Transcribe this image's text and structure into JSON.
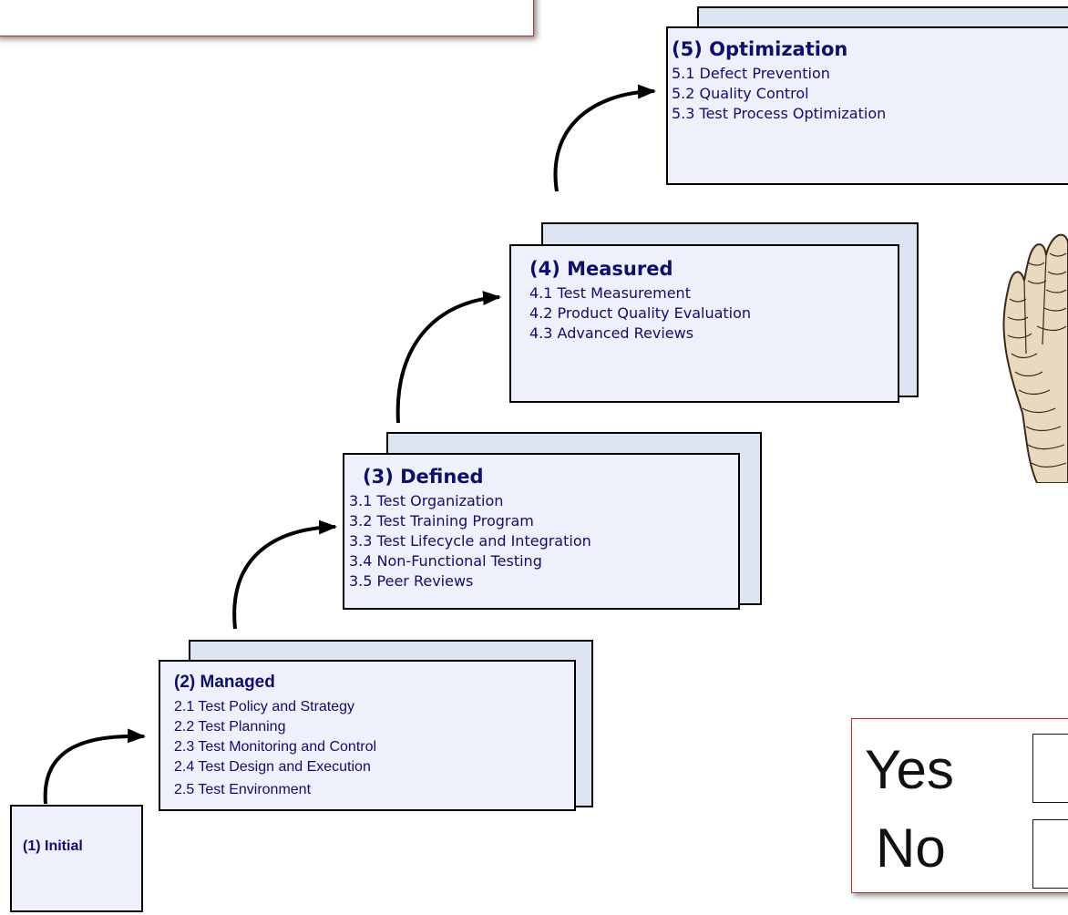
{
  "levels": [
    {
      "title": "(1) Initial",
      "items": []
    },
    {
      "title": "(2) Managed",
      "items": [
        "2.1 Test Policy and Strategy",
        "2.2 Test Planning",
        "2.3 Test Monitoring and Control",
        "2.4 Test Design and Execution",
        "2.5 Test Environment"
      ]
    },
    {
      "title": "(3) Defined",
      "items": [
        "3.1 Test Organization",
        "3.2 Test Training Program",
        "3.3 Test Lifecycle and Integration",
        "3.4 Non-Functional Testing",
        "3.5 Peer Reviews"
      ]
    },
    {
      "title": "(4) Measured",
      "items": [
        "4.1 Test Measurement",
        "4.2 Product Quality Evaluation",
        "4.3 Advanced Reviews"
      ]
    },
    {
      "title": "(5) Optimization",
      "items": [
        "5.1 Defect Prevention",
        "5.2 Quality Control",
        "5.3 Test Process Optimization"
      ]
    }
  ],
  "vote": {
    "yes": "Yes",
    "no": "No"
  },
  "decoration": {
    "hand": "hand-icon"
  }
}
